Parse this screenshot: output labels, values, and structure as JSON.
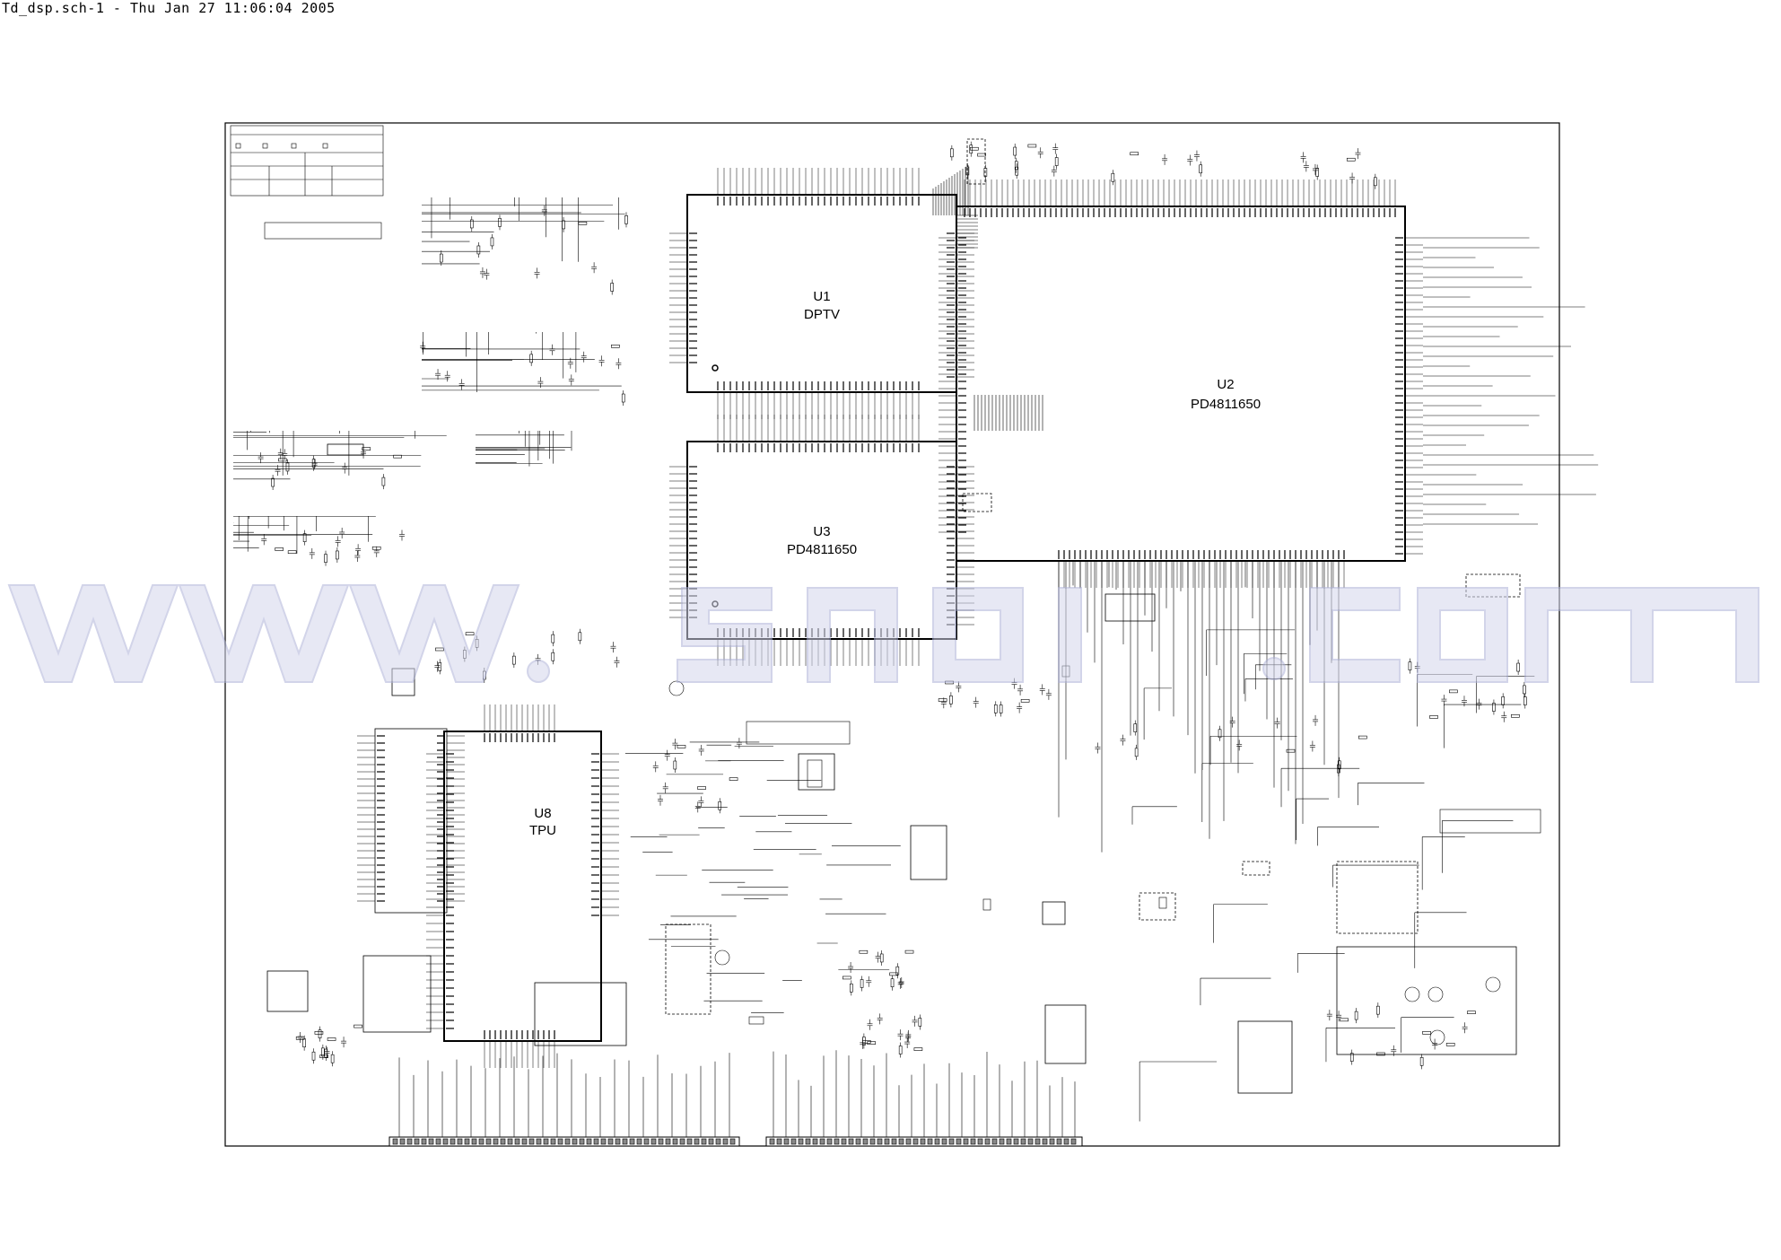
{
  "header": {
    "title": "Td_dsp.sch-1 - Thu Jan 27 11:06:04 2005"
  },
  "chips": [
    {
      "id": "u1",
      "ref": "U1",
      "part": "DPTV"
    },
    {
      "id": "u2",
      "ref": "U2",
      "part": "PD4811650"
    },
    {
      "id": "u3",
      "ref": "U3",
      "part": "PD4811650"
    },
    {
      "id": "u8",
      "ref": "U8",
      "part": "TPU"
    }
  ],
  "watermark": {
    "text": "www.s...com",
    "color": "#c9cce6"
  },
  "colors": {
    "line": "#000000",
    "watermark_fill": "#d4d6ec",
    "watermark_stroke": "#aeb2d8"
  }
}
